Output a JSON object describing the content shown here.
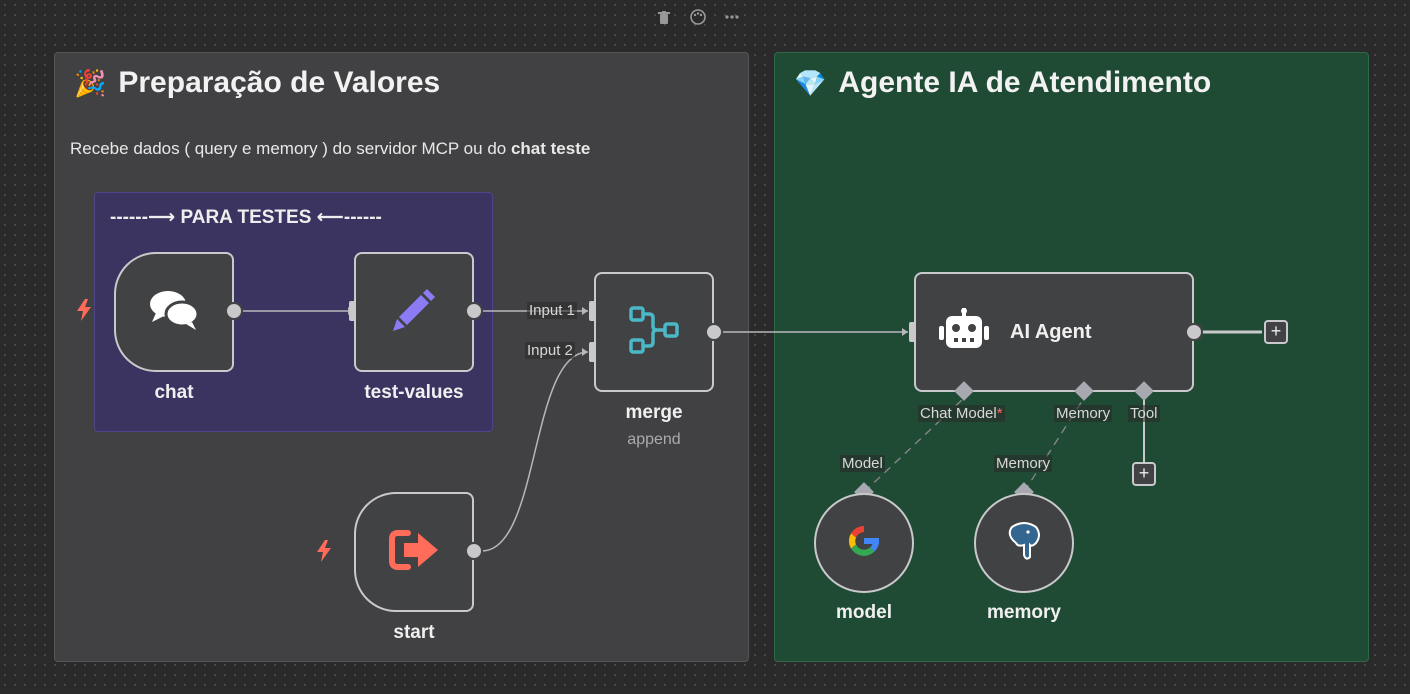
{
  "toolbar": {
    "delete_icon": "trash-icon",
    "color_icon": "palette-icon",
    "more_icon": "ellipsis-icon"
  },
  "left_note": {
    "emoji": "🎉",
    "title": "Preparação de Valores",
    "desc_prefix": "Recebe dados ( query e memory ) do servidor MCP ou do ",
    "desc_bold": "chat teste",
    "color": "#414143"
  },
  "inner_note": {
    "banner": "------⟶ PARA TESTES ⟵------",
    "color": "#3b3460"
  },
  "right_note": {
    "emoji": "💎",
    "title": "Agente IA de Atendimento",
    "color": "#1f4a34"
  },
  "nodes": {
    "chat": {
      "label": "chat",
      "icon": "chat-bubbles-icon"
    },
    "test_values": {
      "label": "test-values",
      "icon": "pencil-icon"
    },
    "merge": {
      "label": "merge",
      "subtitle": "append",
      "icon": "merge-icon",
      "input1": "Input 1",
      "input2": "Input 2"
    },
    "start": {
      "label": "start",
      "icon": "sign-out-icon"
    },
    "ai_agent": {
      "label": "AI Agent",
      "icon": "robot-icon",
      "port_chat_model": "Chat Model",
      "port_required": "*",
      "port_memory": "Memory",
      "port_tool": "Tool"
    },
    "model": {
      "label": "model",
      "port": "Model",
      "icon": "google-icon"
    },
    "memory": {
      "label": "memory",
      "port": "Memory",
      "icon": "postgres-elephant-icon"
    }
  },
  "colors": {
    "accent_pencil": "#8b7cf6",
    "merge_icon": "#4bb8c8",
    "start_icon": "#ff6d5a",
    "trigger_bolt": "#ff6b5a"
  }
}
